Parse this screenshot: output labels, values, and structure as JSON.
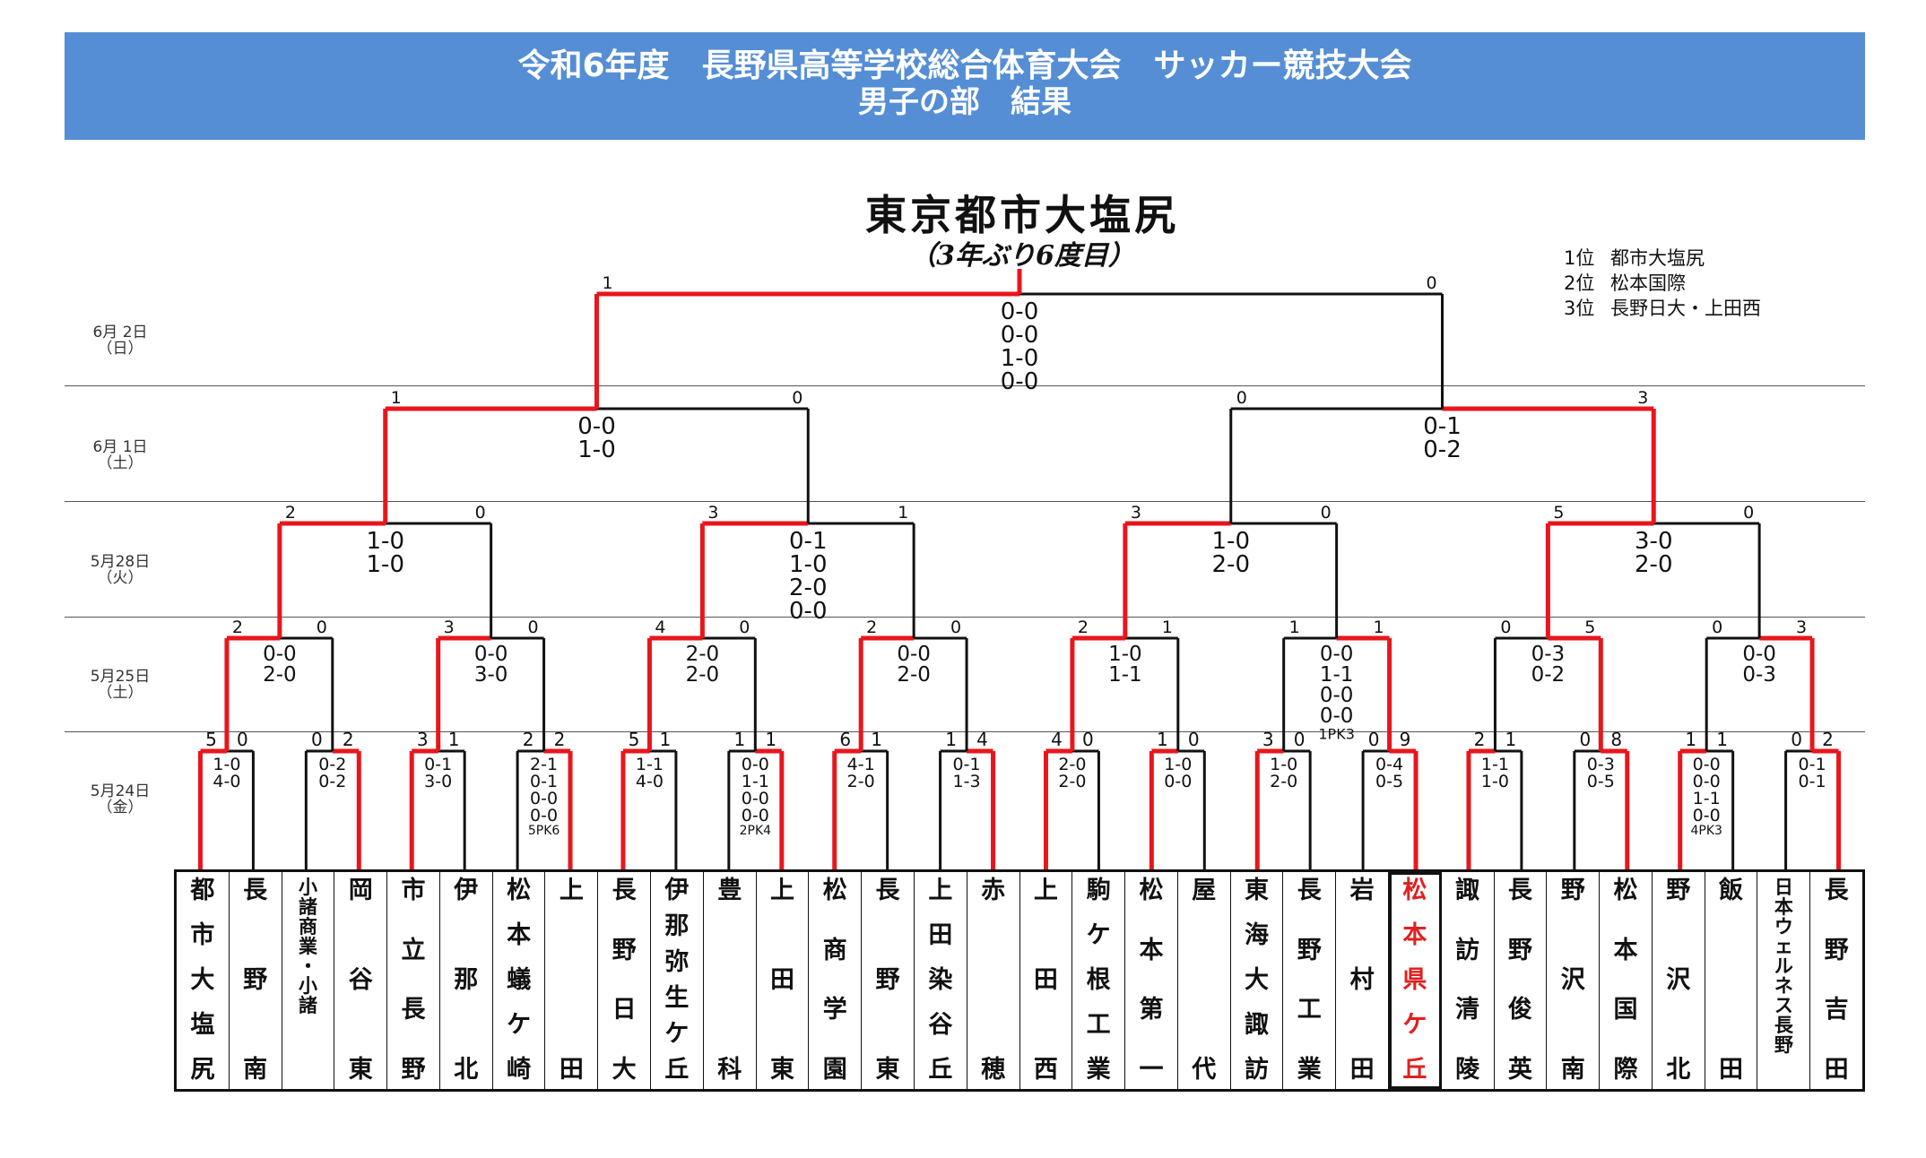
{
  "header": {
    "title_line1": "令和6年度　長野県高等学校総合体育大会　サッカー競技大会",
    "title_line2": "男子の部　結果"
  },
  "champion": {
    "name": "東京都市大塩尻",
    "note": "（3年ぶり6度目）"
  },
  "ranking": [
    {
      "place": "1位",
      "team": "都市大塩尻"
    },
    {
      "place": "2位",
      "team": "松本国際"
    },
    {
      "place": "3位",
      "team": "長野日大・上田西"
    }
  ],
  "dates": [
    {
      "date": "6月 2日",
      "day": "（日）"
    },
    {
      "date": "6月 1日",
      "day": "（土）"
    },
    {
      "date": "5月28日",
      "day": "（火）"
    },
    {
      "date": "5月25日",
      "day": "（土）"
    },
    {
      "date": "5月24日",
      "day": "（金）"
    }
  ],
  "teams": [
    "都市大塩尻",
    "長野南",
    "小諸商業・小諸",
    "岡谷東",
    "市立長野",
    "伊那北",
    "松本蟻ケ崎",
    "上田",
    "長野日大",
    "伊那弥生ケ丘",
    "豊科",
    "上田東",
    "松商学園",
    "長野東",
    "上田染谷丘",
    "赤穂",
    "上田西",
    "駒ケ根工業",
    "松本第一",
    "屋代",
    "東海大諏訪",
    "長野工業",
    "岩村田",
    "松本県ケ丘",
    "諏訪清陵",
    "長野俊英",
    "野沢南",
    "松本国際",
    "野沢北",
    "飯田",
    "日本ウェルネス長野",
    "長野吉田"
  ],
  "winner_team_index": 23,
  "colors": {
    "win": "#e8161c",
    "lose": "#111111",
    "header_bg": "#558ed5"
  },
  "rounds": [
    {
      "name": "5月24日",
      "matches": [
        {
          "ls": "5",
          "rs": "0",
          "detail": [
            "1-0",
            "4-0"
          ],
          "winner": "L"
        },
        {
          "ls": "0",
          "rs": "2",
          "detail": [
            "0-2",
            "0-2"
          ],
          "winner": "R"
        },
        {
          "ls": "3",
          "rs": "1",
          "detail": [
            "0-1",
            "3-0"
          ],
          "winner": "L"
        },
        {
          "ls": "2",
          "rs": "2",
          "detail": [
            "2-1",
            "0-1",
            "0-0",
            "0-0"
          ],
          "pk": "5PK6",
          "winner": "R"
        },
        {
          "ls": "5",
          "rs": "1",
          "detail": [
            "1-1",
            "4-0"
          ],
          "winner": "L"
        },
        {
          "ls": "1",
          "rs": "1",
          "detail": [
            "0-0",
            "1-1",
            "0-0",
            "0-0"
          ],
          "pk": "2PK4",
          "winner": "R"
        },
        {
          "ls": "6",
          "rs": "1",
          "detail": [
            "4-1",
            "2-0"
          ],
          "winner": "L"
        },
        {
          "ls": "1",
          "rs": "4",
          "detail": [
            "0-1",
            "1-3"
          ],
          "winner": "R"
        },
        {
          "ls": "4",
          "rs": "0",
          "detail": [
            "2-0",
            "2-0"
          ],
          "winner": "L"
        },
        {
          "ls": "1",
          "rs": "0",
          "detail": [
            "1-0",
            "0-0"
          ],
          "winner": "L"
        },
        {
          "ls": "3",
          "rs": "0",
          "detail": [
            "1-0",
            "2-0"
          ],
          "winner": "L"
        },
        {
          "ls": "0",
          "rs": "9",
          "detail": [
            "0-4",
            "0-5"
          ],
          "winner": "R"
        },
        {
          "ls": "2",
          "rs": "1",
          "detail": [
            "1-1",
            "1-0"
          ],
          "winner": "L"
        },
        {
          "ls": "0",
          "rs": "8",
          "detail": [
            "0-3",
            "0-5"
          ],
          "winner": "R"
        },
        {
          "ls": "1",
          "rs": "1",
          "detail": [
            "0-0",
            "0-0",
            "1-1",
            "0-0"
          ],
          "pk": "4PK3",
          "winner": "L"
        },
        {
          "ls": "0",
          "rs": "2",
          "detail": [
            "0-1",
            "0-1"
          ],
          "winner": "R"
        }
      ]
    },
    {
      "name": "5月25日",
      "matches": [
        {
          "ls": "2",
          "rs": "0",
          "detail": [
            "0-0",
            "2-0"
          ],
          "winner": "L"
        },
        {
          "ls": "3",
          "rs": "0",
          "detail": [
            "0-0",
            "3-0"
          ],
          "winner": "L"
        },
        {
          "ls": "4",
          "rs": "0",
          "detail": [
            "2-0",
            "2-0"
          ],
          "winner": "L"
        },
        {
          "ls": "2",
          "rs": "0",
          "detail": [
            "0-0",
            "2-0"
          ],
          "winner": "L"
        },
        {
          "ls": "2",
          "rs": "1",
          "detail": [
            "1-0",
            "1-1"
          ],
          "winner": "L"
        },
        {
          "ls": "1",
          "rs": "1",
          "detail": [
            "0-0",
            "1-1",
            "0-0",
            "0-0"
          ],
          "pk": "1PK3",
          "winner": "R"
        },
        {
          "ls": "0",
          "rs": "5",
          "detail": [
            "0-3",
            "0-2"
          ],
          "winner": "R"
        },
        {
          "ls": "0",
          "rs": "3",
          "detail": [
            "0-0",
            "0-3"
          ],
          "winner": "R"
        }
      ]
    },
    {
      "name": "5月28日",
      "matches": [
        {
          "ls": "2",
          "rs": "0",
          "detail": [
            "1-0",
            "1-0"
          ],
          "winner": "L"
        },
        {
          "ls": "3",
          "rs": "1",
          "detail": [
            "0-1",
            "1-0",
            "2-0",
            "0-0"
          ],
          "winner": "L"
        },
        {
          "ls": "3",
          "rs": "0",
          "detail": [
            "1-0",
            "2-0"
          ],
          "winner": "L"
        },
        {
          "ls": "5",
          "rs": "0",
          "detail": [
            "3-0",
            "2-0"
          ],
          "winner": "L"
        }
      ]
    },
    {
      "name": "6月1日",
      "matches": [
        {
          "ls": "1",
          "rs": "0",
          "detail": [
            "0-0",
            "1-0"
          ],
          "winner": "L"
        },
        {
          "ls": "0",
          "rs": "3",
          "detail": [
            "0-1",
            "0-2"
          ],
          "winner": "R"
        }
      ]
    },
    {
      "name": "6月2日",
      "matches": [
        {
          "ls": "1",
          "rs": "0",
          "detail": [
            "0-0",
            "0-0",
            "1-0",
            "0-0"
          ],
          "winner": "L"
        }
      ]
    }
  ]
}
